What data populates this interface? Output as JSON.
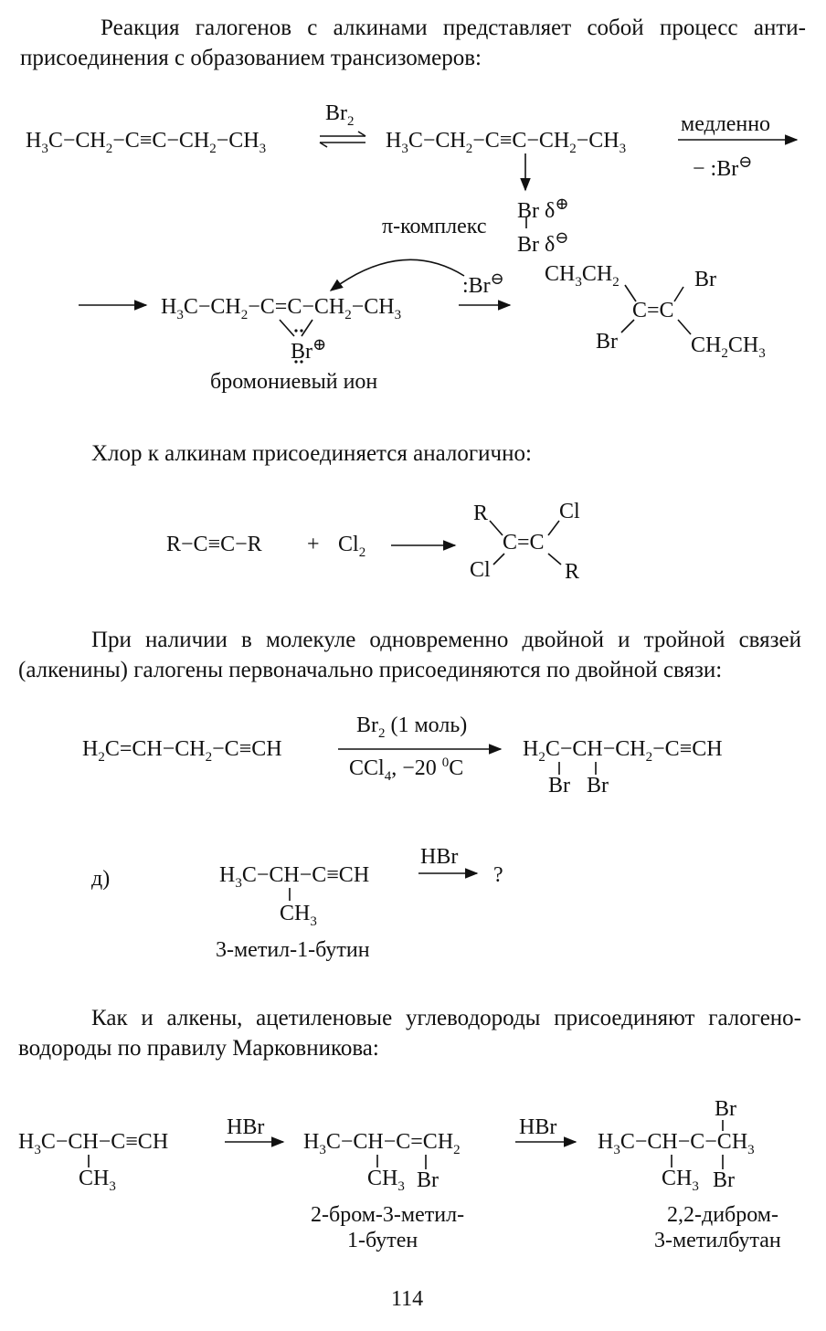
{
  "para1_line1": "Реакция галогенов с алкинами представляет собой процесс анти-",
  "para1_line2": "присоединения с образованием трансизомеров:",
  "r1": {
    "reactant": {
      "a": "H",
      "b": "3",
      "c": "C−CH",
      "d": "2",
      "e": "−C≡C−CH",
      "f": "2",
      "g": "−CH",
      "h": "3"
    },
    "reagent": {
      "t": "Br",
      "n": "2"
    },
    "complex": {
      "a": "H",
      "b": "3",
      "c": "C−CH",
      "d": "2",
      "e": "−C≡C−CH",
      "f": "2",
      "g": "−CH",
      "h": "3"
    },
    "slow": "медленно",
    "leave": "− :Br",
    "br_top": "Br δ",
    "br_bot": "Br δ",
    "pi_label": "π-комплекс",
    "bromonium": {
      "a": "H",
      "b": "3",
      "c": "C−CH",
      "d": "2",
      "e": "−C=C−CH",
      "f": "2",
      "g": "−CH",
      "h": "3"
    },
    "br_plus": "Br",
    "bromonium_label": "бромониевый ион",
    "attack": ":Br",
    "product": {
      "tl": "CH",
      "tl2": "3",
      "tl3": "CH",
      "tl4": "2",
      "tr": "Br",
      "mid": "C=C",
      "bl": "Br",
      "br": "CH",
      "br2": "2",
      "br3": "CH",
      "br4": "3"
    }
  },
  "chlorine_text": "Хлор к алкинам присоединяется аналогично:",
  "r2": {
    "reactant": "R−C≡C−R",
    "plus": "+",
    "cl": "Cl",
    "cl_n": "2",
    "p_tl": "R",
    "p_tr": "Cl",
    "p_mid": "C=C",
    "p_bl": "Cl",
    "p_br": "R"
  },
  "para2_line1": "При наличии в молекуле одновременно двойной и тройной связей",
  "para2_line2": "(алкенины) галогены первоначально присоединяются по двойной связи:",
  "r3": {
    "reactant": {
      "a": "H",
      "b": "2",
      "c": "C=CH−CH",
      "d": "2",
      "e": "−C≡CH"
    },
    "cond_top": {
      "a": "Br",
      "b": "2",
      "c": " (1 моль)"
    },
    "cond_bot": {
      "a": "CCl",
      "b": "4",
      "c": ", −20 ",
      "d": "0",
      "e": "C"
    },
    "product": {
      "a": "H",
      "b": "2",
      "c": "C−CH−CH",
      "d": "2",
      "e": "−C≡CH"
    },
    "br1": "Br",
    "br2": "Br"
  },
  "d_label": "д)",
  "r4": {
    "reactant": {
      "a": "H",
      "b": "3",
      "c": "C−CH−C≡CH"
    },
    "reagent": "HBr",
    "question": "?",
    "ch3": "CH",
    "ch3_n": "3",
    "name": "3-метил-1-бутин"
  },
  "para3_line1": "Как и алкены, ацетиленовые углеводороды присоединяют галогено-",
  "para3_line2": "водороды по правилу Марковникова:",
  "r5": {
    "m1": {
      "a": "H",
      "b": "3",
      "c": "C−CH−C≡CH"
    },
    "m1_ch3": "CH",
    "m1_ch3_n": "3",
    "hbr1": "HBr",
    "m2": {
      "a": "H",
      "b": "3",
      "c": "C−CH−C=CH",
      "d": "2"
    },
    "m2_ch3": "CH",
    "m2_ch3_n": "3",
    "m2_br": "Br",
    "m2_name1": "2-бром-3-метил-",
    "m2_name2": "1-бутен",
    "hbr2": "HBr",
    "m3": {
      "a": "H",
      "b": "3",
      "c": "C−CH−C−CH",
      "d": "3"
    },
    "m3_br_top": "Br",
    "m3_ch3": "CH",
    "m3_ch3_n": "3",
    "m3_br": "Br",
    "m3_name1": "2,2-дибром-",
    "m3_name2": "3-метилбутан"
  },
  "page_number": "114"
}
